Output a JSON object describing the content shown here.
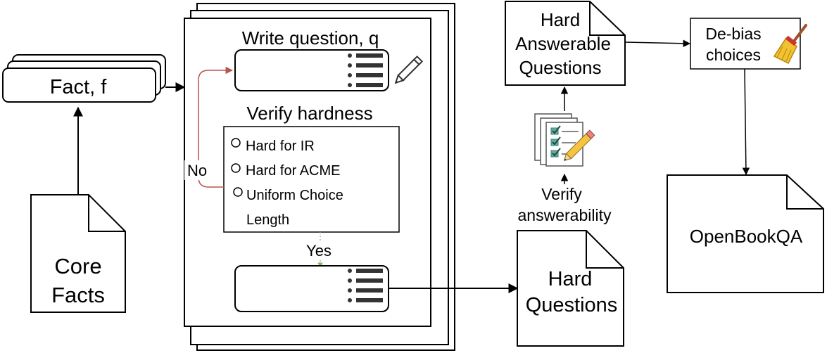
{
  "core_facts": {
    "line1": "Core",
    "line2": "Facts"
  },
  "fact_box": {
    "label": "Fact, f"
  },
  "write_step": {
    "title": "Write question, q"
  },
  "verify_hardness": {
    "title": "Verify hardness",
    "options": [
      "Hard for IR",
      "Hard for ACME",
      "Uniform Choice",
      "Length"
    ]
  },
  "branch": {
    "no": "No",
    "yes": "Yes"
  },
  "hard_questions": {
    "line1": "Hard",
    "line2": "Questions"
  },
  "verify_answerability": {
    "line1": "Verify",
    "line2": "answerability"
  },
  "hard_answerable": {
    "line1": "Hard",
    "line2": "Answerable",
    "line3": "Questions"
  },
  "debias": {
    "line1": "De-bias",
    "line2": "choices"
  },
  "openbookqa": {
    "label": "OpenBookQA"
  },
  "colors": {
    "no_arrow": "#b85450",
    "yes_arrow": "#82b366",
    "checklist_teal": "#67ab9f",
    "pencil_yellow": "#f5c542"
  },
  "icons": [
    "pencil-icon",
    "checklist-icon",
    "broom-icon",
    "list-icon"
  ]
}
